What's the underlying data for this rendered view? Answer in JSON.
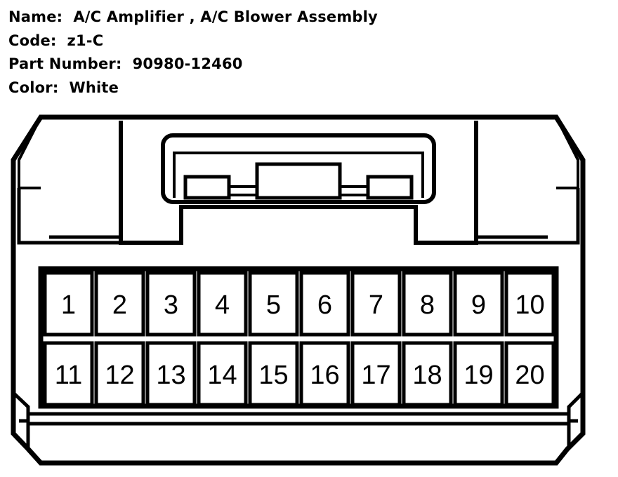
{
  "header": {
    "name_label": "Name:",
    "name_value": "A/C Amplifier , A/C Blower Assembly",
    "code_label": "Code:",
    "code_value": "z1-C",
    "part_label": "Part Number:",
    "part_value": "90980-12460",
    "color_label": "Color:",
    "color_value": "White"
  },
  "connector": {
    "pins_row1": [
      "1",
      "2",
      "3",
      "4",
      "5",
      "6",
      "7",
      "8",
      "9",
      "10"
    ],
    "pins_row2": [
      "11",
      "12",
      "13",
      "14",
      "15",
      "16",
      "17",
      "18",
      "19",
      "20"
    ]
  }
}
